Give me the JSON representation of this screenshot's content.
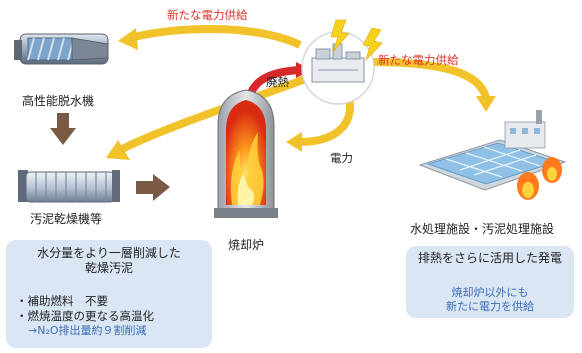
{
  "arrows": {
    "top_label": "新たな電力供給",
    "right_label": "新たな電力供給",
    "waste_heat": "廃熱",
    "electricity": "電力"
  },
  "nodes": {
    "dewatering": "高性能脱水機",
    "dryer": "汚泥乾燥機等",
    "incinerator": "焼却炉",
    "treatment": "水処理施設・汚泥処理施設"
  },
  "left_box": {
    "heading_line1": "水分量をより一層削減した",
    "heading_line2": "乾燥汚泥",
    "bullet1": "・補助燃料　不要",
    "bullet2": "・燃焼温度の更なる高温化",
    "bullet2_sub": "→N₂O排出量約９割削減"
  },
  "right_box": {
    "heading": "排熱をさらに活用した発電",
    "line1": "焼却炉以外にも",
    "line2": "新たに電力を供給"
  },
  "colors": {
    "arrow_yellow": "#f2c22b",
    "arrow_brown": "#7b5a45",
    "accent_red": "#e0302a",
    "box_bg": "#dbe6f5",
    "box_text_blue": "#3b6db5"
  }
}
